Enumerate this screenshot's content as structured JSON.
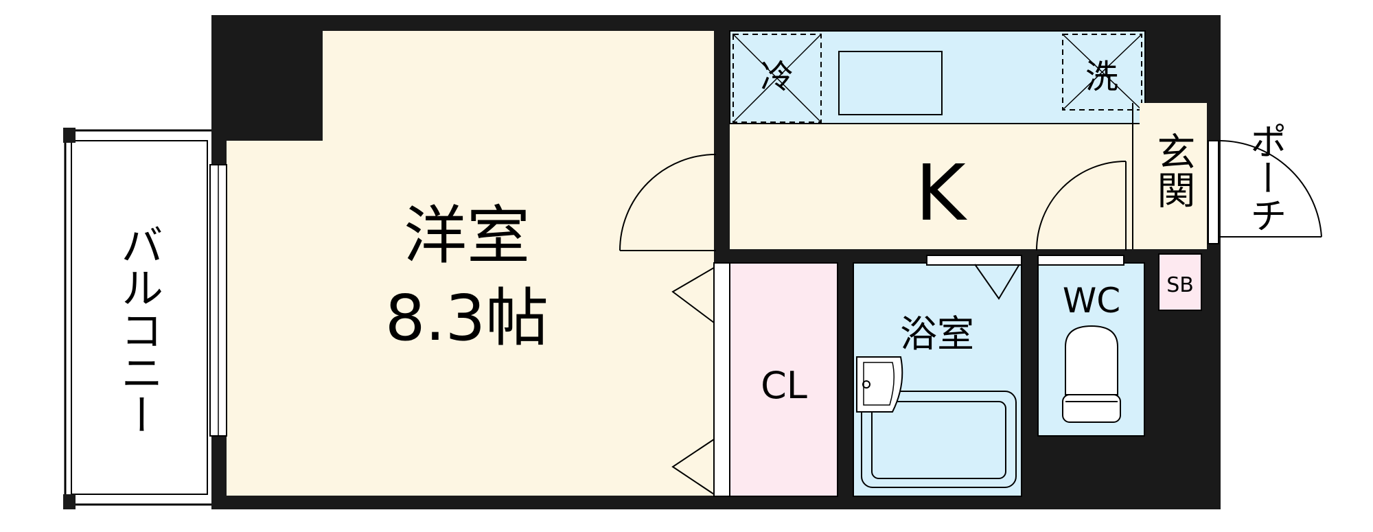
{
  "rooms": {
    "western": {
      "name": "洋室",
      "size": "8.3帖"
    },
    "kitchen": {
      "label": "K"
    },
    "balcony": {
      "label": "バルコニー"
    },
    "entrance": {
      "label": "玄関"
    },
    "porch": {
      "label": "ポーチ"
    },
    "bath": {
      "label": "浴室"
    },
    "toilet": {
      "label": "WC"
    },
    "closet": {
      "label": "CL"
    },
    "shoebox": {
      "label": "SB"
    },
    "fridge": {
      "label": "冷"
    },
    "washer": {
      "label": "洗"
    }
  },
  "colors": {
    "wall": "#1a1a1a",
    "western_floor": "#fdf6e3",
    "kitchen_floor": "#fdf6e3",
    "wet_area": "#d6f0fb",
    "closet": "#fde9f0",
    "shoebox": "#fde9f0"
  }
}
